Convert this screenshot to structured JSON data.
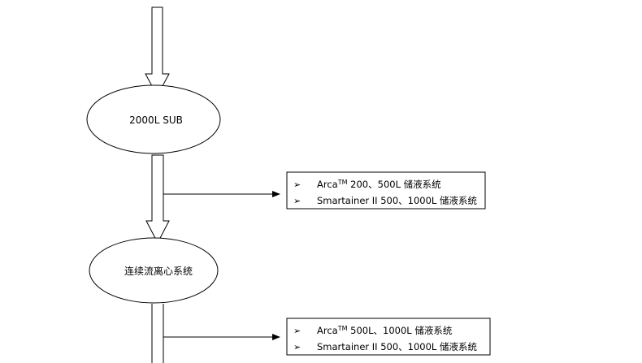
{
  "nodes": [
    {
      "label": "2000L SUB"
    },
    {
      "label": "连续流离心系统"
    }
  ],
  "boxes": [
    {
      "items": [
        {
          "bullet": "➢",
          "brand": "Arca",
          "sup": "TM",
          "rest": " 200、500L 储液系统"
        },
        {
          "bullet": "➢",
          "brand": "Smartainer II 500、1000L 储液系统",
          "sup": "",
          "rest": ""
        }
      ]
    },
    {
      "items": [
        {
          "bullet": "➢",
          "brand": "Arca",
          "sup": "TM",
          "rest": " 500L、1000L 储液系统"
        },
        {
          "bullet": "➢",
          "brand": "Smartainer II 500、1000L 储液系统",
          "sup": "",
          "rest": ""
        }
      ]
    }
  ]
}
